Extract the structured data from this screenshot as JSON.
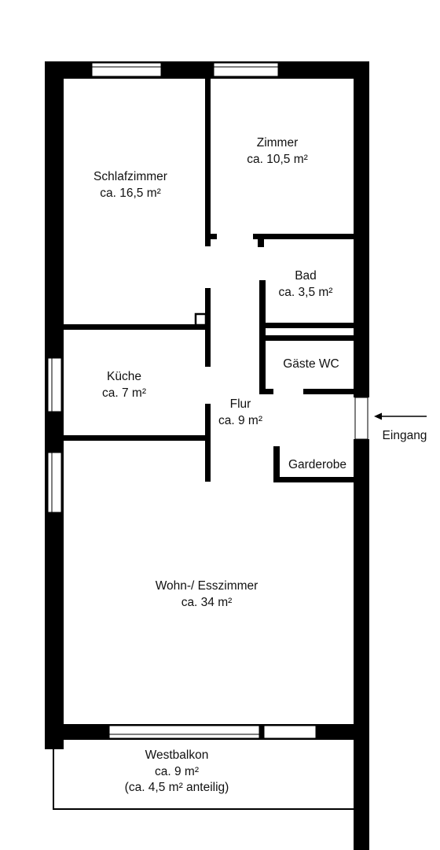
{
  "colors": {
    "wall": "#000000",
    "background": "#ffffff",
    "text": "#111111"
  },
  "rooms": {
    "zimmer": {
      "name": "Zimmer",
      "area": "ca. 10,5 m²"
    },
    "schlafzimmer": {
      "name": "Schlafzimmer",
      "area": "ca. 16,5 m²"
    },
    "bad": {
      "name": "Bad",
      "area": "ca. 3,5 m²"
    },
    "gaeste_wc": {
      "name": "Gäste WC"
    },
    "kueche": {
      "name": "Küche",
      "area": "ca. 7 m²"
    },
    "flur": {
      "name": "Flur",
      "area": "ca. 9 m²"
    },
    "garderobe": {
      "name": "Garderobe"
    },
    "wohnzimmer": {
      "name": "Wohn-/ Esszimmer",
      "area": "ca. 34 m²"
    },
    "westbalkon": {
      "name": "Westbalkon",
      "area": "ca. 9 m²",
      "note": "(ca. 4,5 m² anteilig)"
    }
  },
  "entrance": {
    "label": "Eingang",
    "icon": "arrow-left-icon"
  }
}
